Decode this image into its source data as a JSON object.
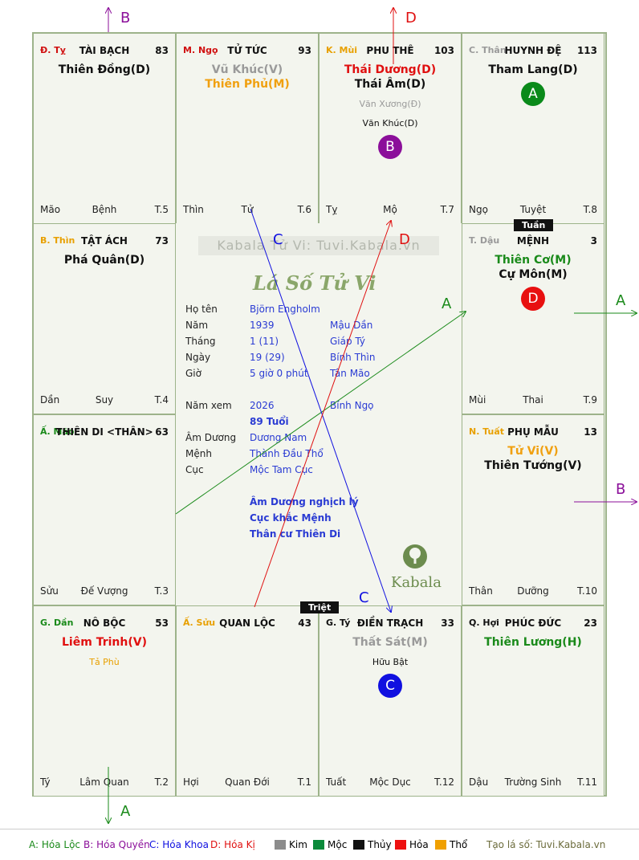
{
  "cells": [
    {
      "id": "ty",
      "branch": "Đ. Tỵ",
      "branch_color": "#d01010",
      "palace": "TÀI BẠCH",
      "num": "83",
      "stars": [
        {
          "t": "Thiên Đồng(D)",
          "c": "#111"
        }
      ],
      "minors": [],
      "b1": "Mão",
      "b2": "Bệnh",
      "b3": "T.5",
      "col": 0,
      "row": 0
    },
    {
      "id": "ngo",
      "branch": "M. Ngọ",
      "branch_color": "#d01010",
      "palace": "TỬ TỨC",
      "num": "93",
      "stars": [
        {
          "t": "Vũ Khúc(V)",
          "c": "#9a9a9a"
        },
        {
          "t": "Thiên Phủ(M)",
          "c": "#f0a010"
        }
      ],
      "minors": [],
      "b1": "Thìn",
      "b2": "Tử",
      "b3": "T.6",
      "col": 1,
      "row": 0
    },
    {
      "id": "mui",
      "branch": "K. Mùi",
      "branch_color": "#e8a000",
      "palace": "PHU THÊ",
      "num": "103",
      "stars": [
        {
          "t": "Thái Dương(D)",
          "c": "#e01010"
        },
        {
          "t": "Thái Âm(D)",
          "c": "#111"
        }
      ],
      "minors": [
        {
          "t": "Văn Xương(Đ)",
          "c": "#9a9a9a"
        },
        {
          "t": "Văn Khúc(D)",
          "c": "#111"
        }
      ],
      "badge": {
        "t": "B",
        "c": "#8b0f9a"
      },
      "b1": "Tỵ",
      "b2": "Mộ",
      "b3": "T.7",
      "col": 2,
      "row": 0
    },
    {
      "id": "than",
      "branch": "C. Thân",
      "branch_color": "#9a9a9a",
      "palace": "HUYNH ĐỆ",
      "num": "113",
      "stars": [
        {
          "t": "Tham Lang(D)",
          "c": "#111"
        }
      ],
      "minors": [],
      "badge": {
        "t": "A",
        "c": "#0a8a1a"
      },
      "b1": "Ngọ",
      "b2": "Tuyệt",
      "b3": "T.8",
      "col": 3,
      "row": 0
    },
    {
      "id": "thin",
      "branch": "B. Thìn",
      "branch_color": "#e8a000",
      "palace": "TẬT ÁCH",
      "num": "73",
      "stars": [
        {
          "t": "Phá Quân(D)",
          "c": "#111"
        }
      ],
      "minors": [],
      "b1": "Dần",
      "b2": "Suy",
      "b3": "T.4",
      "col": 0,
      "row": 1
    },
    {
      "id": "dau",
      "branch": "T. Dậu",
      "branch_color": "#9a9a9a",
      "palace": "MỆNH",
      "num": "3",
      "stars": [
        {
          "t": "Thiên Cơ(M)",
          "c": "#1a8a1a"
        },
        {
          "t": "Cự Môn(M)",
          "c": "#111"
        }
      ],
      "minors": [],
      "badge": {
        "t": "D",
        "c": "#e81010"
      },
      "b1": "Mùi",
      "b2": "Thai",
      "b3": "T.9",
      "col": 3,
      "row": 1
    },
    {
      "id": "mao",
      "branch": "Ấ. Mão",
      "branch_color": "#1a8a1a",
      "palace": "THIÊN DI <THÂN>",
      "num": "63",
      "stars": [],
      "minors": [],
      "b1": "Sửu",
      "b2": "Đế Vượng",
      "b3": "T.3",
      "col": 0,
      "row": 2
    },
    {
      "id": "tuat",
      "branch": "N. Tuất",
      "branch_color": "#e8a000",
      "palace": "PHỤ MẪU",
      "num": "13",
      "stars": [
        {
          "t": "Tử Vi(V)",
          "c": "#f0a010"
        },
        {
          "t": "Thiên Tướng(V)",
          "c": "#111"
        }
      ],
      "minors": [],
      "b1": "Thân",
      "b2": "Dưỡng",
      "b3": "T.10",
      "col": 3,
      "row": 2
    },
    {
      "id": "dan",
      "branch": "G. Dần",
      "branch_color": "#1a8a1a",
      "palace": "NÔ BỘC",
      "num": "53",
      "stars": [
        {
          "t": "Liêm Trinh(V)",
          "c": "#e01010"
        }
      ],
      "minors": [
        {
          "t": "Tả Phù",
          "c": "#e8a000"
        }
      ],
      "b1": "Tý",
      "b2": "Lâm Quan",
      "b3": "T.2",
      "col": 0,
      "row": 3
    },
    {
      "id": "suu",
      "branch": "Ấ. Sửu",
      "branch_color": "#e8a000",
      "palace": "QUAN LỘC",
      "num": "43",
      "stars": [],
      "minors": [],
      "b1": "Hợi",
      "b2": "Quan Đới",
      "b3": "T.1",
      "col": 1,
      "row": 3
    },
    {
      "id": "tyy",
      "branch": "G. Tý",
      "branch_color": "#111",
      "palace": "ĐIỀN TRẠCH",
      "num": "33",
      "stars": [
        {
          "t": "Thất Sát(M)",
          "c": "#9a9a9a"
        }
      ],
      "minors": [
        {
          "t": "Hữu Bật",
          "c": "#111"
        }
      ],
      "badge": {
        "t": "C",
        "c": "#1010e0"
      },
      "b1": "Tuất",
      "b2": "Mộc Dục",
      "b3": "T.12",
      "col": 2,
      "row": 3
    },
    {
      "id": "hoi",
      "branch": "Q. Hợi",
      "branch_color": "#111",
      "palace": "PHÚC ĐỨC",
      "num": "23",
      "stars": [
        {
          "t": "Thiên Lương(H)",
          "c": "#1a8a1a"
        }
      ],
      "minors": [],
      "b1": "Dậu",
      "b2": "Trường Sinh",
      "b3": "T.11",
      "col": 3,
      "row": 3
    }
  ],
  "center": {
    "watermark": "Kabala Tử Vi: Tuvi.Kabala.vn",
    "logo_title": "Lá Số Tử Vi",
    "kabala_brand": "Kabala",
    "rows": [
      {
        "l": "Họ tên",
        "v1": "Björn Engholm",
        "v2": ""
      },
      {
        "l": "Năm",
        "v1": "1939",
        "v2": "Mậu Dần"
      },
      {
        "l": "Tháng",
        "v1": "1  (11)",
        "v2": "Giáp Tý"
      },
      {
        "l": "Ngày",
        "v1": "19  (29)",
        "v2": "Bính Thìn"
      },
      {
        "l": "Giờ",
        "v1": "5 giờ 0 phút",
        "v2": "Tân Mão"
      },
      {
        "l": "Năm xem",
        "v1": "2026",
        "v2": "Bính Ngọ"
      },
      {
        "l": "",
        "v1": "89 Tuổi",
        "v2": ""
      },
      {
        "l": "Âm Dương",
        "v1": "Dương Nam",
        "v2": ""
      },
      {
        "l": "Mệnh",
        "v1": "Thành Đầu Thổ",
        "v2": ""
      },
      {
        "l": "Cục",
        "v1": "Mộc Tam Cục",
        "v2": ""
      }
    ],
    "notes": [
      "Âm Dương nghịch lý",
      "Cục khắc Mệnh",
      "Thân cư Thiên Di"
    ]
  },
  "tags": {
    "tuan": "Tuần",
    "triet": "Triệt"
  },
  "arrows": {
    "a": "A",
    "b": "B",
    "c": "C",
    "d": "D"
  },
  "legend": {
    "items": [
      {
        "t": "A: Hóa Lộc",
        "c": "#1a8a1a"
      },
      {
        "t": "B: Hóa Quyền",
        "c": "#8b0f9a"
      },
      {
        "t": "C: Hóa Khoa",
        "c": "#1010e0"
      },
      {
        "t": "D: Hóa Kị",
        "c": "#e01010"
      }
    ],
    "elements": [
      {
        "t": "Kim",
        "c": "#8c8c8c"
      },
      {
        "t": "Mộc",
        "c": "#0a8a3a"
      },
      {
        "t": "Thủy",
        "c": "#111111"
      },
      {
        "t": "Hỏa",
        "c": "#ee1010"
      },
      {
        "t": "Thổ",
        "c": "#f0a000"
      }
    ],
    "site": "Tạo lá số: Tuvi.Kabala.vn"
  }
}
